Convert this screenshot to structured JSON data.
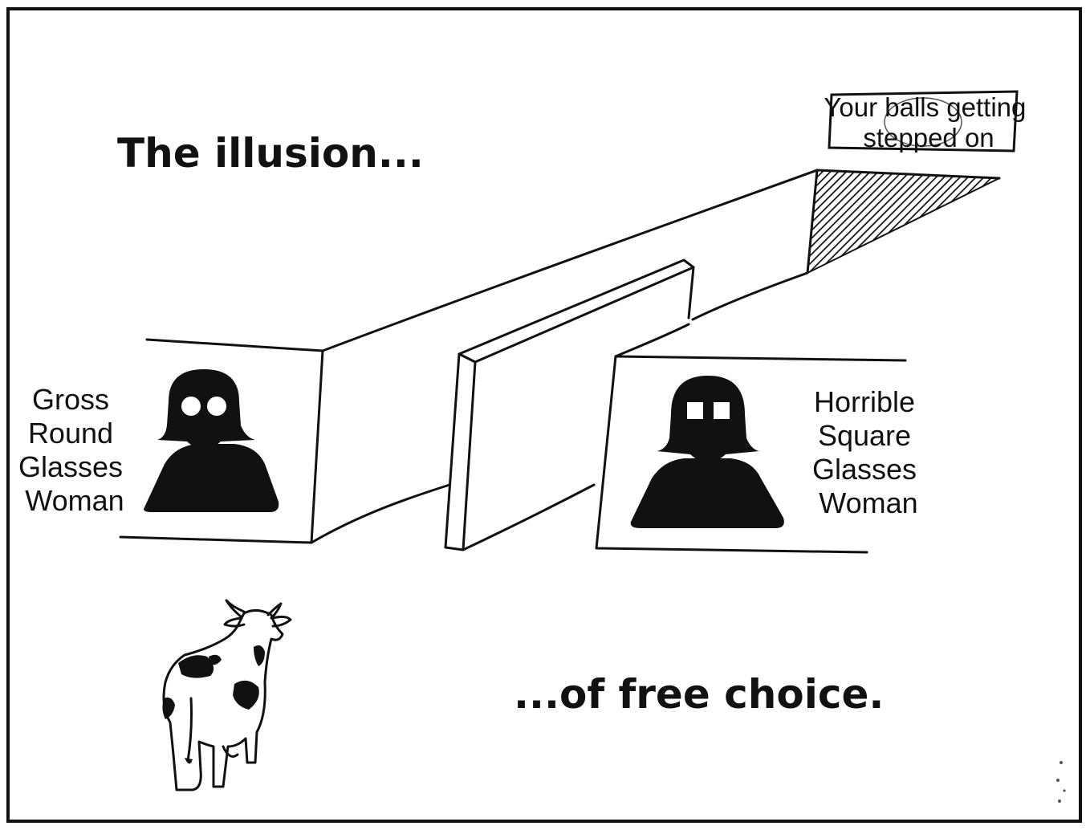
{
  "captions": {
    "top": "The illusion...",
    "bottom": "...of free choice."
  },
  "labels": {
    "left_lines": [
      "Gross",
      "Round",
      "Glasses",
      "Woman"
    ],
    "right_lines": [
      "Horrible",
      "Square",
      "Glasses",
      "Woman"
    ],
    "sign_lines": [
      "Your balls getting",
      "stepped on"
    ]
  },
  "icons": {
    "left_figure": "woman-round-glasses-icon",
    "right_figure": "woman-square-glasses-icon",
    "animal": "cow-icon"
  },
  "colors": {
    "ink": "#111111",
    "paper": "#ffffff"
  }
}
